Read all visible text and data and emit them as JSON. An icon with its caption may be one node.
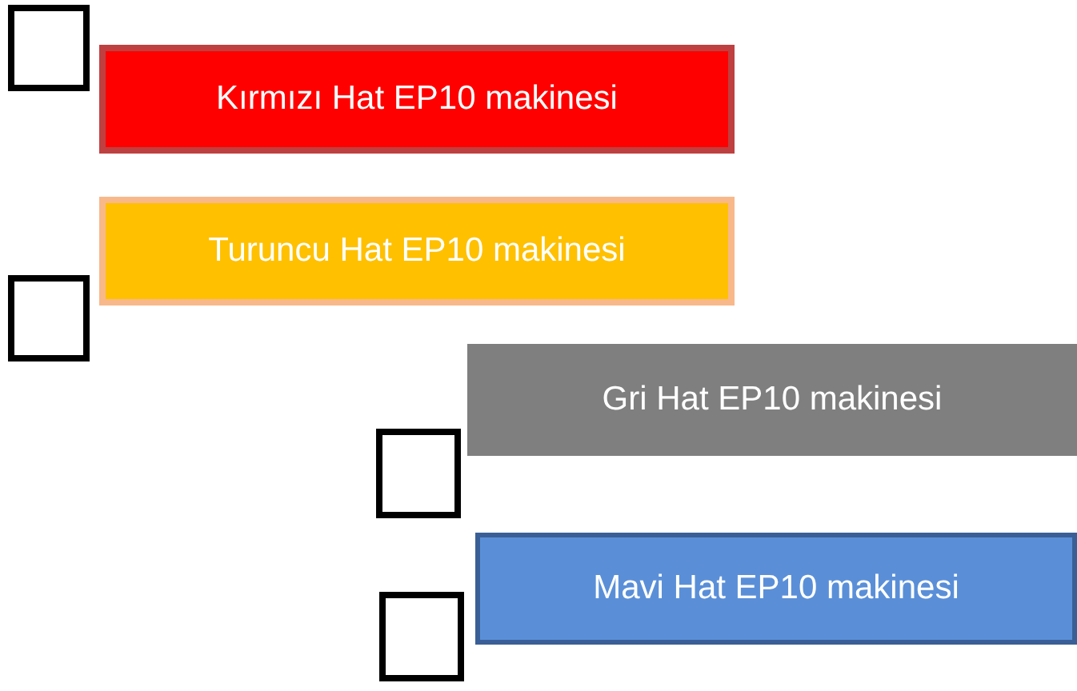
{
  "diagram": {
    "nodes": [
      {
        "text": [],
        "shape": "box"
      },
      {
        "text": [
          "Kırmızı Hat EP10 makinesi"
        ]
      },
      {
        "text": [
          "Turuncu Hat EP10 makinesi"
        ]
      },
      {
        "text": [],
        "shape": "box"
      },
      {
        "text": [
          "Gri Hat EP10 makinesi"
        ]
      },
      {
        "text": [],
        "shape": "box"
      },
      {
        "text": [
          "Mavi Hat EP10 makinesi"
        ]
      },
      {
        "text": [],
        "shape": "box"
      }
    ]
  }
}
